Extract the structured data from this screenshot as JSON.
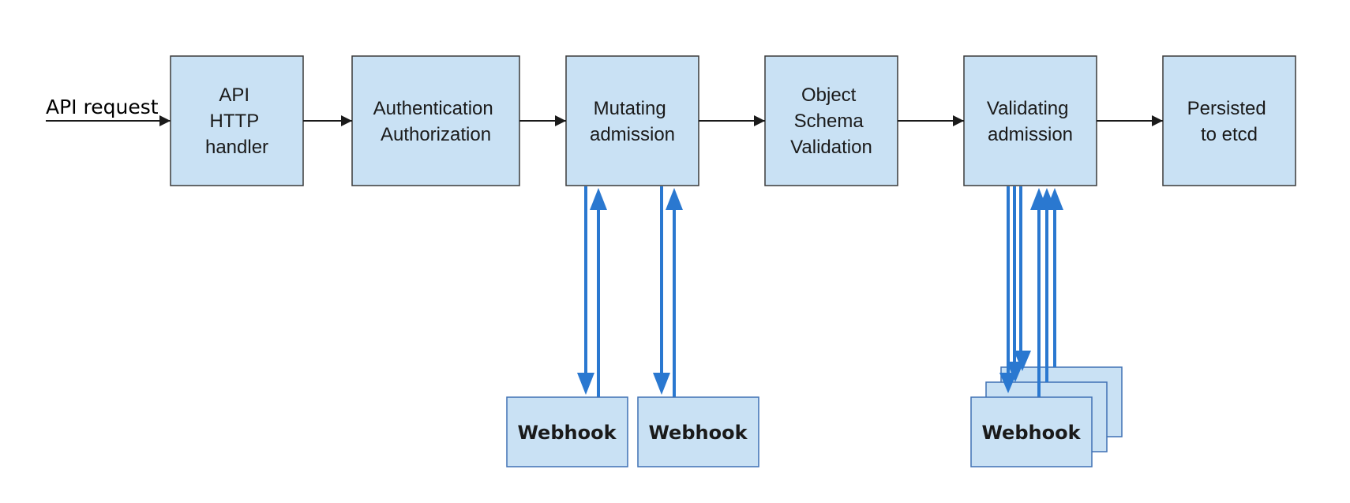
{
  "input_label": "API request",
  "stages": [
    {
      "lines": [
        "API",
        "HTTP",
        "handler"
      ]
    },
    {
      "lines": [
        "Authentication",
        "Authorization"
      ]
    },
    {
      "lines": [
        "Mutating",
        "admission"
      ]
    },
    {
      "lines": [
        "Object",
        "Schema",
        "Validation"
      ]
    },
    {
      "lines": [
        "Validating",
        "admission"
      ]
    },
    {
      "lines": [
        "Persisted",
        "to etcd"
      ]
    }
  ],
  "webhooks": {
    "mutating_1": "Webhook",
    "mutating_2": "Webhook",
    "validating": "Webhook"
  },
  "colors": {
    "box_fill": "#c9e1f4",
    "box_stroke": "#3a3a3a",
    "webhook_fill": "#c9e1f4",
    "webhook_stroke": "#3f70b4",
    "webhook_arrow": "#2a78d0",
    "flow_arrow": "#1a1a1a"
  }
}
